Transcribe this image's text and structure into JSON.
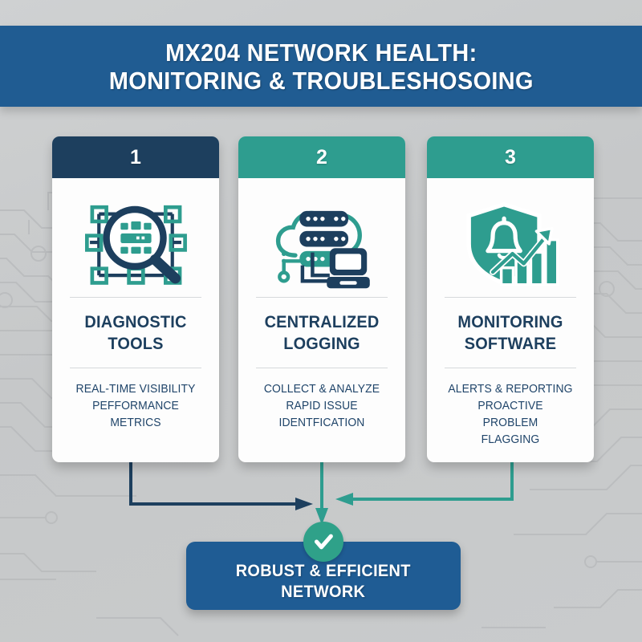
{
  "banner": {
    "title": "MX204 NETWORK HEALTH:\nMONITORING & TROUBLESHOSOING",
    "background_color": "#205C92"
  },
  "cards": [
    {
      "number": "1",
      "title": "DIAGNOSTIC\nTOOLS",
      "description": "REAL-TIME VISIBILITY\nPEFFORMANCE\nMETRICS",
      "header_color": "#1D3F5E",
      "icon": "network-magnifier-icon"
    },
    {
      "number": "2",
      "title": "CENTRALIZED\nLOGGING",
      "description": "COLLECT & ANALYZE\nRAPID ISSUE\nIDENTFICATION",
      "header_color": "#2E9D8F",
      "icon": "cloud-server-monitor-icon"
    },
    {
      "number": "3",
      "title": "MONITORING\nSOFTWARE",
      "description": "ALERTS & REPORTING\nPROACTIVE\nPROBLEM\nFLAGGING",
      "header_color": "#2E9D8F",
      "icon": "shield-bell-chart-icon"
    }
  ],
  "result": {
    "text": "ROBUST & EFFICIENT\nNETWORK",
    "background_color": "#1F5C94",
    "badge_icon": "check-circle-icon",
    "badge_color": "#2FA189"
  },
  "connectors": {
    "card1_color": "#1D3F5E",
    "card2_color": "#2E9D8F",
    "card3_color": "#2E9D8F"
  },
  "theme": {
    "navy": "#1D3F5E",
    "teal": "#2E9D8F",
    "blue": "#205C92",
    "background": "#C9CBCC"
  }
}
